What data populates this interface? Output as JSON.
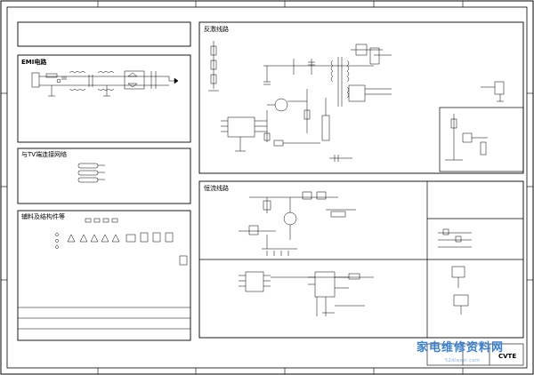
{
  "sections": {
    "emi": {
      "title": "EMI电路"
    },
    "tv": {
      "title": "与TV端连接网络"
    },
    "aux": {
      "title": "辅料及结构件等"
    },
    "flyback": {
      "title": "反激线路"
    },
    "cc": {
      "title": "恒流线路"
    }
  },
  "title_block": {
    "logo": "CVTE"
  },
  "watermark": {
    "text": "家电维修资料网",
    "url": "52dianzi.com"
  }
}
